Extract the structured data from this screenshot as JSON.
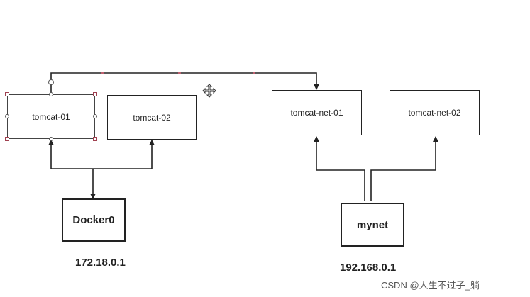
{
  "containers": {
    "tomcat01": "tomcat-01",
    "tomcat02": "tomcat-02",
    "tomcatnet01": "tomcat-net-01",
    "tomcatnet02": "tomcat-net-02"
  },
  "bridges": {
    "docker0": "Docker0",
    "mynet": "mynet"
  },
  "ips": {
    "docker0": "172.18.0.1",
    "mynet": "192.168.0.1"
  },
  "watermark": "CSDN @人生不过子_躺"
}
